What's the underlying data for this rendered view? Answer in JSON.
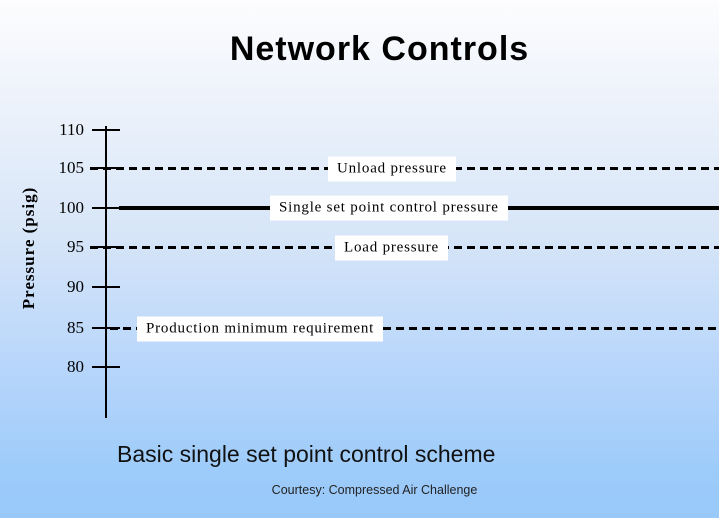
{
  "slide": {
    "title": "Network Controls",
    "caption": "Basic single set point control scheme",
    "credit": "Courtesy: Compressed Air Challenge"
  },
  "chart_data": {
    "type": "line",
    "title": "Network Controls",
    "ylabel": "Pressure (psig)",
    "ylim": [
      75,
      110
    ],
    "ytick_labels": [
      "110",
      "105",
      "100",
      "95",
      "90",
      "85",
      "80"
    ],
    "grid": false,
    "legend": "none",
    "lines": [
      {
        "label": "Unload pressure",
        "pressure_psig": 105,
        "style": "dashed"
      },
      {
        "label": "Single set point control pressure",
        "pressure_psig": 100,
        "style": "solid-thick"
      },
      {
        "label": "Load pressure",
        "pressure_psig": 95,
        "style": "dashed"
      },
      {
        "label": "Production minimum requirement",
        "pressure_psig": 85,
        "style": "dashed"
      }
    ],
    "caption": "Basic single set point control scheme",
    "credit": "Courtesy: Compressed Air Challenge"
  },
  "colors": {
    "background_top": "#fdfdfe",
    "background_bottom": "#99c9fa",
    "line_color": "#000000",
    "label_box_background": "#ffffff",
    "text_color": "#000000"
  }
}
